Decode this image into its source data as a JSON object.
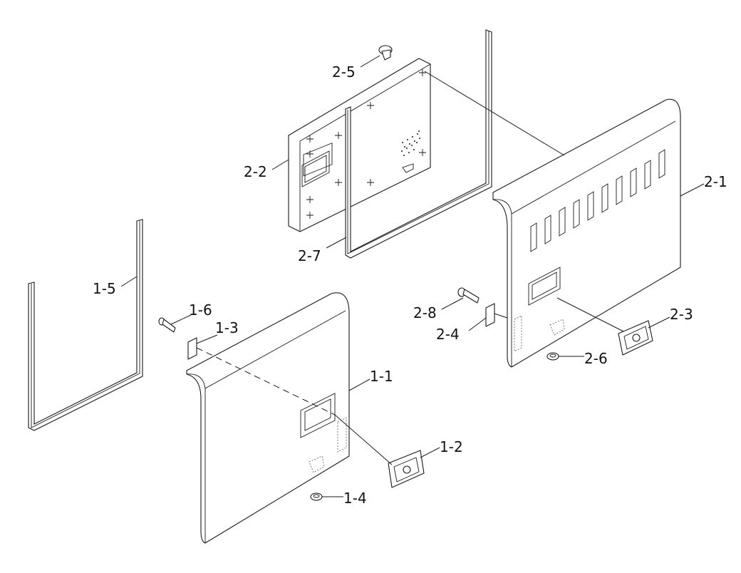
{
  "labels": {
    "l_2_5": "2-5",
    "l_2_2": "2-2",
    "l_2_7": "2-7",
    "l_2_1": "2-1",
    "l_1_5": "1-5",
    "l_1_6": "1-6",
    "l_1_3": "1-3",
    "l_2_8": "2-8",
    "l_2_4": "2-4",
    "l_2_3": "2-3",
    "l_2_6": "2-6",
    "l_1_1": "1-1",
    "l_1_2": "1-2",
    "l_1_4": "1-4"
  },
  "colors": {
    "line": "#1a1a1a",
    "background": "#ffffff"
  }
}
